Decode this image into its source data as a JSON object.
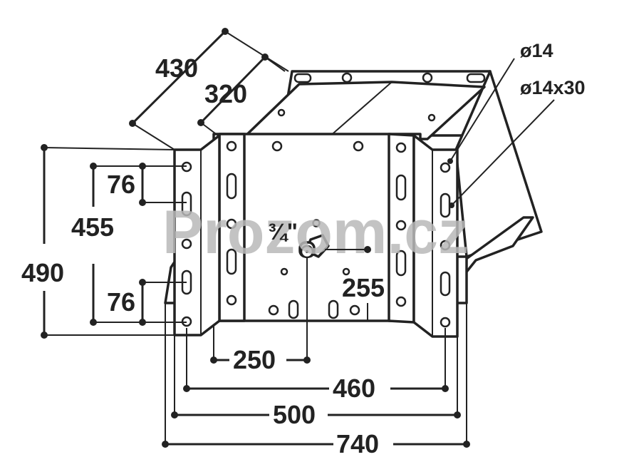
{
  "watermark": "Prozom.cz",
  "thread_label": "¾\"",
  "hole_round_label": "ø14",
  "hole_slot_label": "ø14x30",
  "dimensions": {
    "d430": "430",
    "d320": "320",
    "d76_top": "76",
    "d455": "455",
    "d490": "490",
    "d76_bottom": "76",
    "d255": "255",
    "d250": "250",
    "d460": "460",
    "d500": "500",
    "d740": "740"
  }
}
